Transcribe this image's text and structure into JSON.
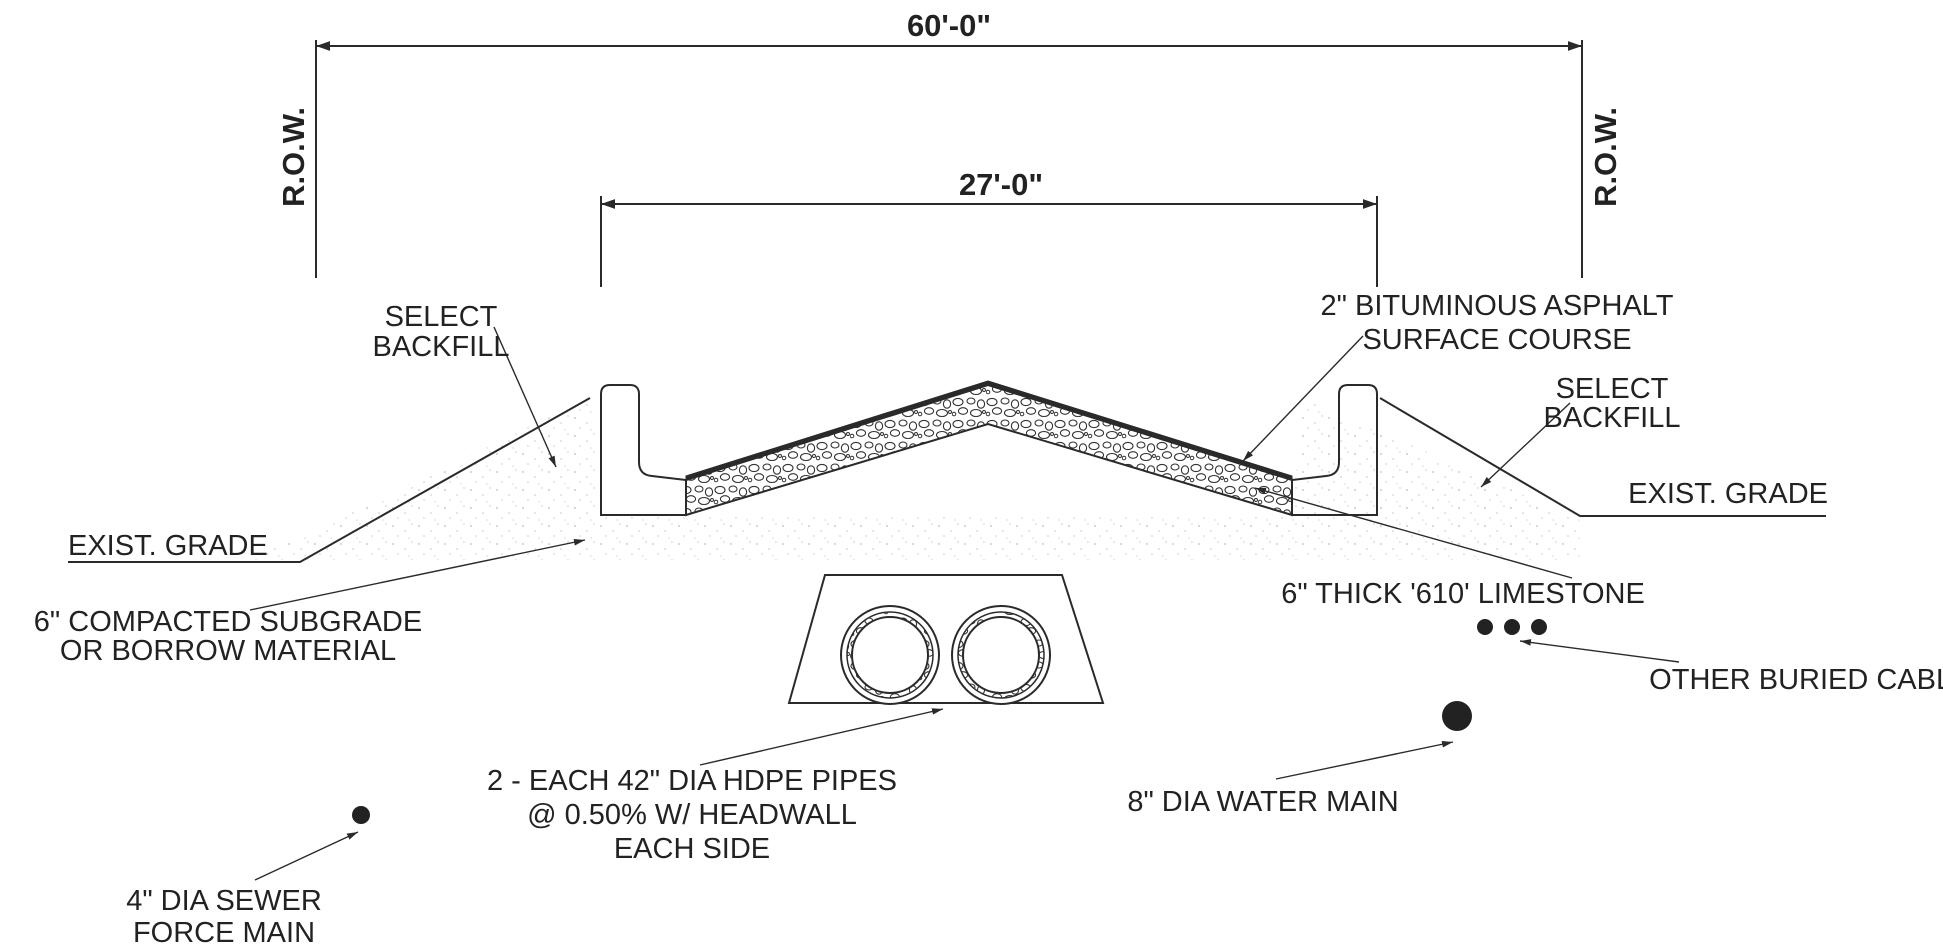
{
  "dimensions": {
    "overall_width": "60'-0\"",
    "roadway_width": "27'-0\""
  },
  "row_labels": {
    "left": "R.O.W.",
    "right": "R.O.W."
  },
  "labels": {
    "select_backfill_left": [
      "SELECT",
      "BACKFILL"
    ],
    "select_backfill_right": [
      "SELECT",
      "BACKFILL"
    ],
    "asphalt": [
      "2\" BITUMINOUS ASPHALT",
      "SURFACE COURSE"
    ],
    "exist_grade_left": "EXIST. GRADE",
    "exist_grade_right": "EXIST. GRADE",
    "subgrade": [
      "6\" COMPACTED SUBGRADE",
      "OR BORROW MATERIAL"
    ],
    "limestone": "6\" THICK '610' LIMESTONE",
    "buried_cables": "OTHER BURIED CABLES",
    "pipes": [
      "2 - EACH 42\" DIA HDPE PIPES",
      "@ 0.50% W/ HEADWALL",
      "EACH SIDE"
    ],
    "water_main": "8\" DIA WATER MAIN",
    "sewer": [
      "4\" DIA SEWER",
      "FORCE MAIN"
    ]
  }
}
